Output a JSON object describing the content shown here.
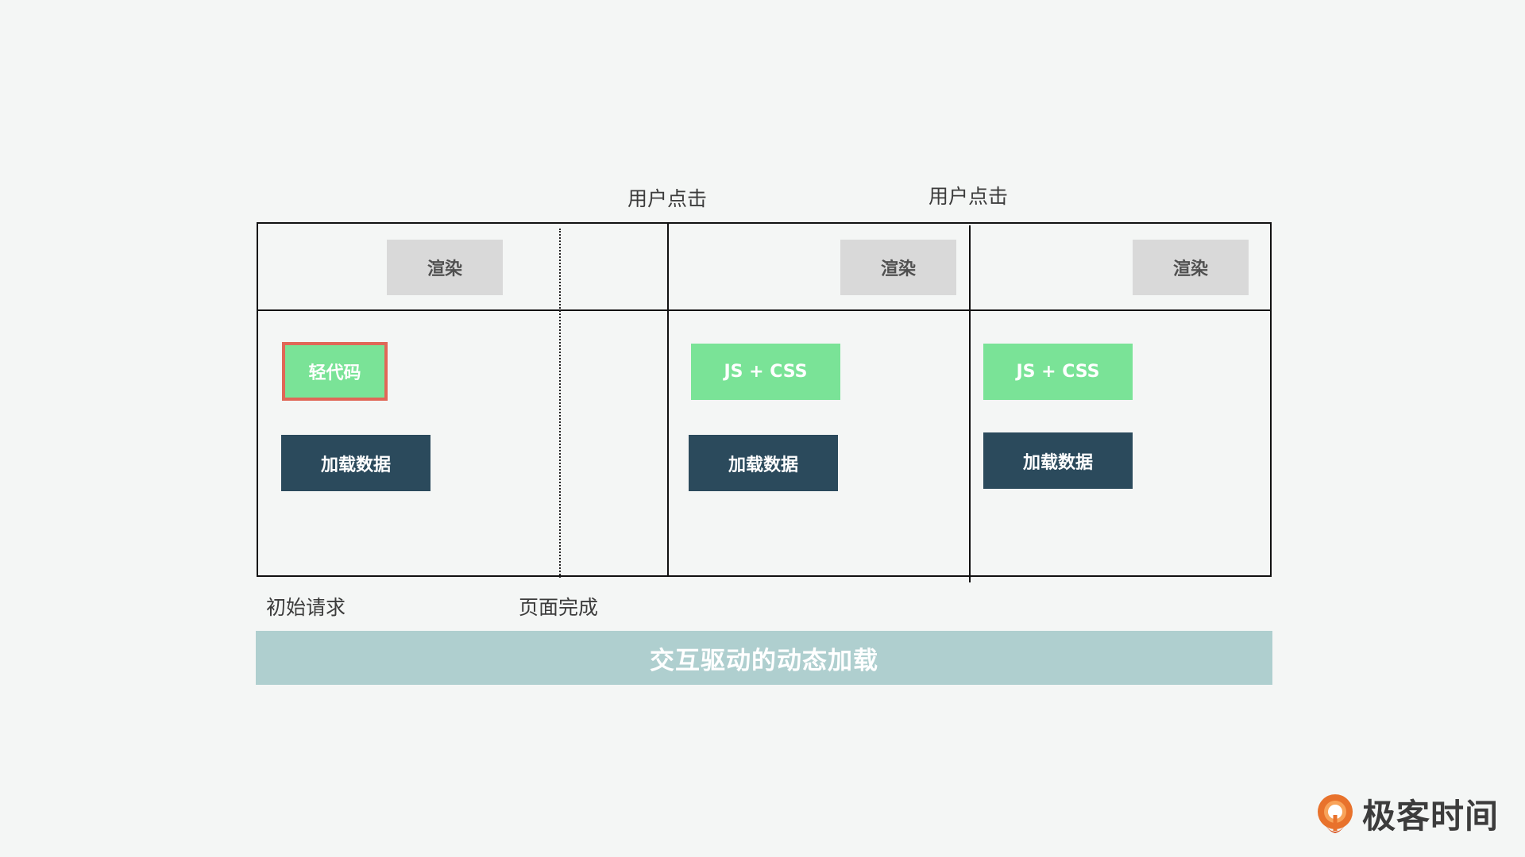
{
  "top_labels": {
    "click_1": "用户点击",
    "click_2": "用户点击"
  },
  "render_boxes": [
    "渲染",
    "渲染",
    "渲染"
  ],
  "code_boxes": {
    "light_code": "轻代码",
    "js_css_1": "JS + CSS",
    "js_css_2": "JS + CSS"
  },
  "data_boxes": [
    "加载数据",
    "加载数据",
    "加载数据"
  ],
  "bottom_labels": {
    "initial_request": "初始请求",
    "page_complete": "页面完成"
  },
  "banner": "交互驱动的动态加载",
  "logo": {
    "text": "极客时间",
    "icon": "geektime-logo-icon"
  },
  "colors": {
    "render_box": "#d9d9d9",
    "code_box": "#7ae397",
    "highlight_border": "#e06757",
    "data_box": "#2b4a5c",
    "banner": "#afcfcf",
    "logo_orange": "#e8722c"
  }
}
